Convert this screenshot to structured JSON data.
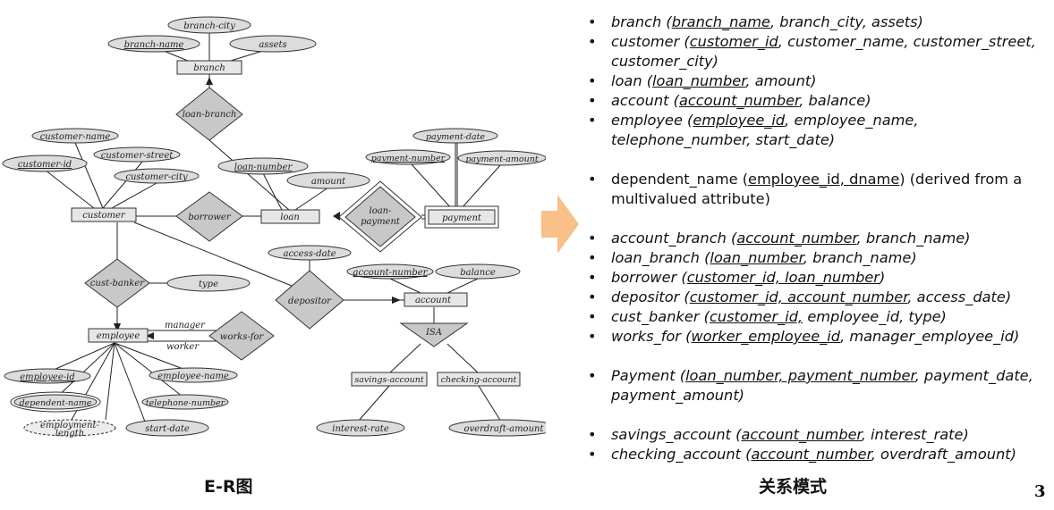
{
  "er_diagram": {
    "entities": {
      "branch": "branch",
      "customer": "customer",
      "loan": "loan",
      "payment": "payment",
      "employee": "employee",
      "account": "account",
      "savings": "savings-account",
      "checking": "checking-account"
    },
    "relationships": {
      "loan_branch": "loan-branch",
      "borrower": "borrower",
      "loan_payment_line1": "loan-",
      "loan_payment_line2": "payment",
      "cust_banker": "cust-banker",
      "works_for": "works-for",
      "depositor": "depositor",
      "isa": "ISA"
    },
    "attributes": {
      "branch_city": "branch-city",
      "branch_name": "branch-name",
      "assets": "assets",
      "customer_name": "customer-name",
      "customer_street": "customer-street",
      "customer_id": "customer-id",
      "customer_city": "customer-city",
      "loan_number": "loan-number",
      "amount": "amount",
      "payment_date": "payment-date",
      "payment_number": "payment-number",
      "payment_amount": "payment-amount",
      "type": "type",
      "access_date": "access-date",
      "account_number": "account-number",
      "balance": "balance",
      "employee_id": "employee-id",
      "employee_name": "employee-name",
      "dependent_name": "dependent-name",
      "telephone_number": "telephone-number",
      "employment_length_line1": "employment-",
      "employment_length_line2": "length",
      "start_date": "start-date",
      "interest_rate": "interest-rate",
      "overdraft_amount": "overdraft-amount"
    },
    "roles": {
      "manager": "manager",
      "worker": "worker"
    },
    "caption": "E-R图"
  },
  "schema": {
    "caption": "关系模式",
    "items": [
      {
        "segments": [
          {
            "t": "branch ("
          },
          {
            "t": "branch_name",
            "u": true
          },
          {
            "t": ", branch_city, assets)"
          }
        ],
        "lines": 1
      },
      {
        "segments": [
          {
            "t": "customer ("
          },
          {
            "t": "customer_id",
            "u": true
          },
          {
            "t": ", customer_name, customer_street, customer_city)"
          }
        ],
        "lines": 2
      },
      {
        "segments": [
          {
            "t": "loan ("
          },
          {
            "t": "loan_number",
            "u": true
          },
          {
            "t": ", amount)"
          }
        ],
        "lines": 1
      },
      {
        "segments": [
          {
            "t": "account ("
          },
          {
            "t": "account_number",
            "u": true
          },
          {
            "t": ", balance)"
          }
        ],
        "lines": 1
      },
      {
        "segments": [
          {
            "t": "employee ("
          },
          {
            "t": "employee_id",
            "u": true
          },
          {
            "t": ", employee_name, telephone_number, start_date)"
          }
        ],
        "lines": 2
      },
      {
        "segments": [
          {
            "t": "dependent_name ("
          },
          {
            "t": "employee_id, dname",
            "u": true
          },
          {
            "t": ") (derived from a multivalued attribute)"
          }
        ],
        "lines": 2,
        "gap": true,
        "upright": true
      },
      {
        "segments": [
          {
            "t": "account_branch ("
          },
          {
            "t": "account_number",
            "u": true
          },
          {
            "t": ", branch_name)"
          }
        ],
        "lines": 1,
        "gap": true
      },
      {
        "segments": [
          {
            "t": "loan_branch ("
          },
          {
            "t": "loan_number",
            "u": true
          },
          {
            "t": ", branch_name)"
          }
        ],
        "lines": 1
      },
      {
        "segments": [
          {
            "t": "borrower ("
          },
          {
            "t": "customer_id, loan_number",
            "u": true
          },
          {
            "t": ")"
          }
        ],
        "lines": 1
      },
      {
        "segments": [
          {
            "t": "depositor ("
          },
          {
            "t": "customer_id, account_number",
            "u": true
          },
          {
            "t": ", access_date)"
          }
        ],
        "lines": 1
      },
      {
        "segments": [
          {
            "t": "cust_banker ("
          },
          {
            "t": "customer_id,",
            "u": true
          },
          {
            "t": " employee_id, type)"
          }
        ],
        "lines": 1
      },
      {
        "segments": [
          {
            "t": "works_for ("
          },
          {
            "t": "worker_employee_id",
            "u": true
          },
          {
            "t": ", manager_employee_id)"
          }
        ],
        "lines": 1
      },
      {
        "segments": [
          {
            "t": "Payment ("
          },
          {
            "t": "loan_number, payment_number",
            "u": true
          },
          {
            "t": ", payment_date, payment_amount)"
          }
        ],
        "lines": 2,
        "gap": true
      },
      {
        "segments": [
          {
            "t": "savings_account ("
          },
          {
            "t": "account_number",
            "u": true
          },
          {
            "t": ", interest_rate)"
          }
        ],
        "lines": 1,
        "gap": true
      },
      {
        "segments": [
          {
            "t": "checking_account ("
          },
          {
            "t": "account_number",
            "u": true
          },
          {
            "t": ", overdraft_amount)"
          }
        ],
        "lines": 1
      }
    ]
  },
  "page_number": "3",
  "colors": {
    "arrow": "#f9c089",
    "entity_fill": "#e6e6e6",
    "relationship_fill": "#c8c8c8"
  }
}
